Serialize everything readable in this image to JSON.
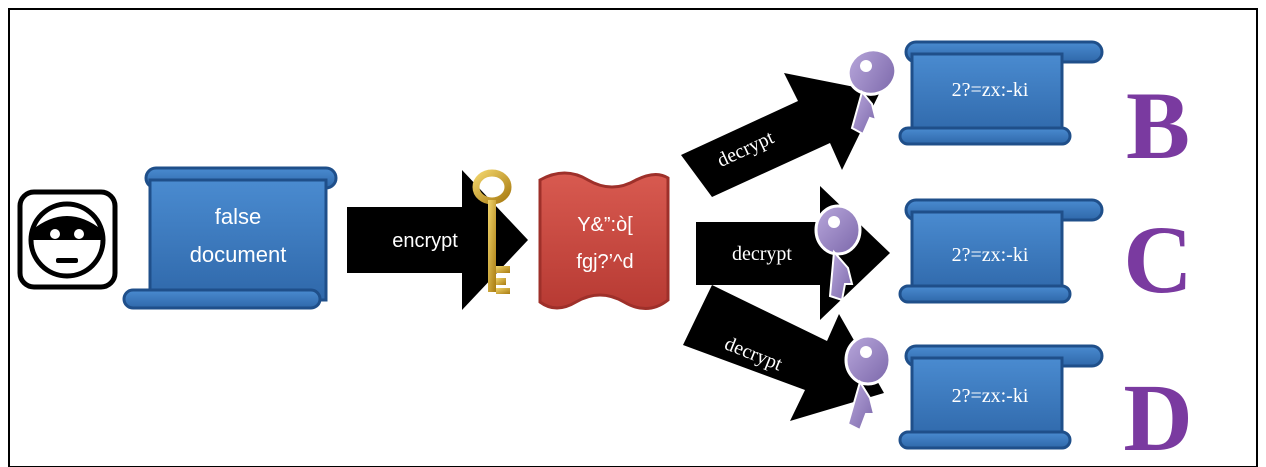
{
  "source": {
    "icon": "masked-face-icon",
    "document_lines": [
      "false",
      "document"
    ]
  },
  "encrypt": {
    "label": "encrypt",
    "icon": "gold-key-icon",
    "key_color": "#c9a227"
  },
  "ciphertext": {
    "lines": [
      "Y&”:ò[",
      "fgj?’^d"
    ],
    "color": "#cf4a42"
  },
  "branches": [
    {
      "label": "decrypt",
      "result": "2?=zx:-ki",
      "recipient": "B"
    },
    {
      "label": "decrypt",
      "result": "2?=zx:-ki",
      "recipient": "C"
    },
    {
      "label": "decrypt",
      "result": "2?=zx:-ki",
      "recipient": "D"
    }
  ],
  "colors": {
    "scroll_blue": "#3a78bd",
    "recipient_purple": "#7a3aa0",
    "decrypt_key_purple": "#9a86c4",
    "arrow": "#000000"
  }
}
